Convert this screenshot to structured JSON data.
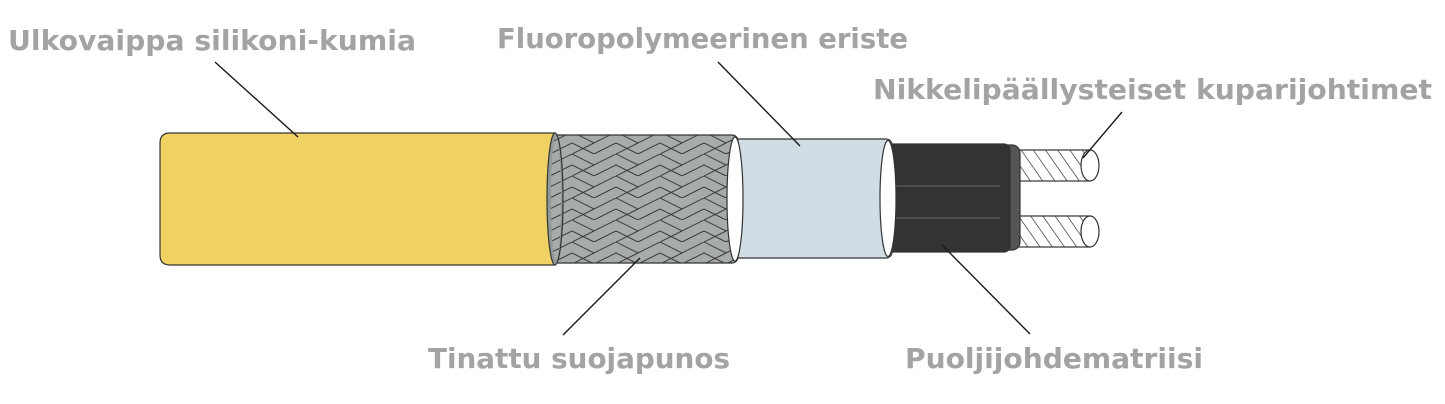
{
  "labels": {
    "outer_jacket": "Ulkovaippa silikoni-kumia",
    "insulation": "Fluoropolymeerinen eriste",
    "conductors": "Nikkelipäällysteiset kuparijohtimet",
    "braid": "Tinattu suojapunos",
    "matrix": "Puoljijohdematriisi"
  },
  "colors": {
    "jacket": "#f0d264",
    "braid": "#a6aca8",
    "insulation": "#d1dde4",
    "matrix": "#333333",
    "label": "#a3a3a3"
  }
}
